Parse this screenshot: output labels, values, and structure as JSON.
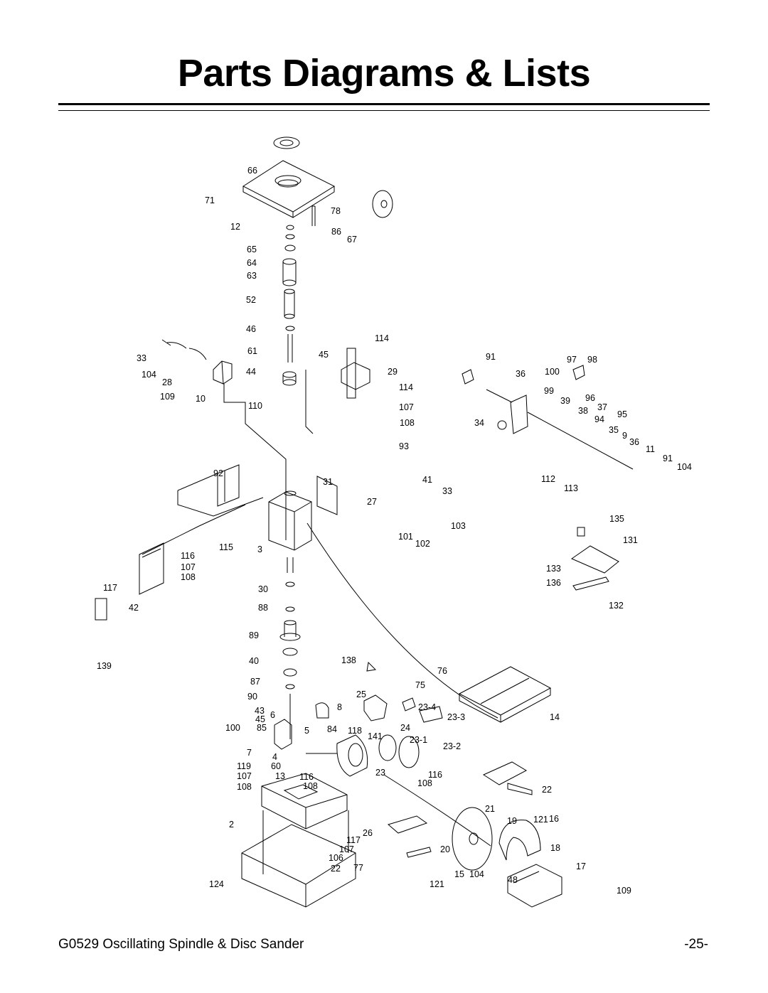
{
  "title": "Parts Diagrams & Lists",
  "footer": {
    "manual_title": "G0529 Oscillating Spindle & Disc Sander",
    "page_number": "-25-"
  },
  "callouts": [
    "66",
    "71",
    "78",
    "12",
    "86",
    "67",
    "65",
    "64",
    "63",
    "52",
    "46",
    "114",
    "61",
    "45",
    "91",
    "97",
    "98",
    "33",
    "36",
    "100",
    "104",
    "28",
    "44",
    "29",
    "114",
    "99",
    "96",
    "109",
    "10",
    "110",
    "107",
    "39",
    "37",
    "38",
    "95",
    "34",
    "108",
    "94",
    "35",
    "9",
    "36",
    "93",
    "11",
    "92",
    "91",
    "41",
    "104",
    "112",
    "113",
    "31",
    "33",
    "27",
    "103",
    "135",
    "101",
    "102",
    "131",
    "115",
    "3",
    "116",
    "107",
    "133",
    "108",
    "136",
    "117",
    "30",
    "42",
    "88",
    "132",
    "89",
    "139",
    "40",
    "138",
    "76",
    "87",
    "75",
    "90",
    "25",
    "8",
    "23-4",
    "43",
    "6",
    "45",
    "23-3",
    "14",
    "100",
    "85",
    "5",
    "84",
    "118",
    "24",
    "141",
    "23-1",
    "23-2",
    "7",
    "4",
    "119",
    "60",
    "23",
    "107",
    "13",
    "116",
    "116",
    "108",
    "108",
    "108",
    "22",
    "21",
    "2",
    "19",
    "121",
    "16",
    "26",
    "117",
    "107",
    "20",
    "18",
    "106",
    "22",
    "77",
    "15",
    "104",
    "17",
    "124",
    "121",
    "48",
    "109"
  ]
}
